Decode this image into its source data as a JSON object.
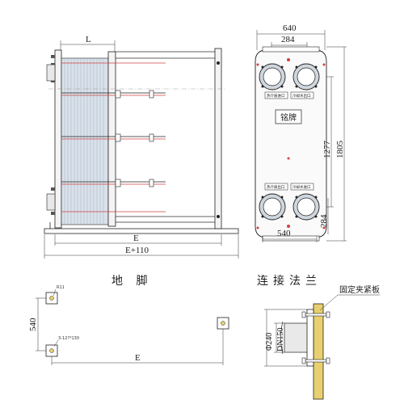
{
  "colors": {
    "line": "#222222",
    "plate_fill": "#d9e1ea",
    "bolt_red": "#d04040",
    "flange_yellow": "#e8d070",
    "port_gray": "#cfd6de"
  },
  "front_view": {
    "dim_L": "L",
    "dim_E": "E",
    "dim_E110": "E+110"
  },
  "side_view": {
    "dim_640": "640",
    "dim_284_top": "284",
    "dim_1277": "1277",
    "dim_1805": "1805",
    "dim_284_bottom": "284",
    "dim_540": "540",
    "nameplate": "铭牌",
    "port_labels": {
      "top_left": "热介质进口",
      "top_right": "冷却水出口",
      "bottom_left": "热介质出口",
      "bottom_right": "冷却水进口"
    }
  },
  "foundation": {
    "title": "地  脚",
    "dim_R11": "R11",
    "dim_540": "540",
    "hole_note": "3-12?*130",
    "dim_E": "E"
  },
  "flange": {
    "title": "连接法兰",
    "callout": "固定夹紧板",
    "dim_phi240": "Φ240",
    "dim_dn150": "DN150"
  }
}
